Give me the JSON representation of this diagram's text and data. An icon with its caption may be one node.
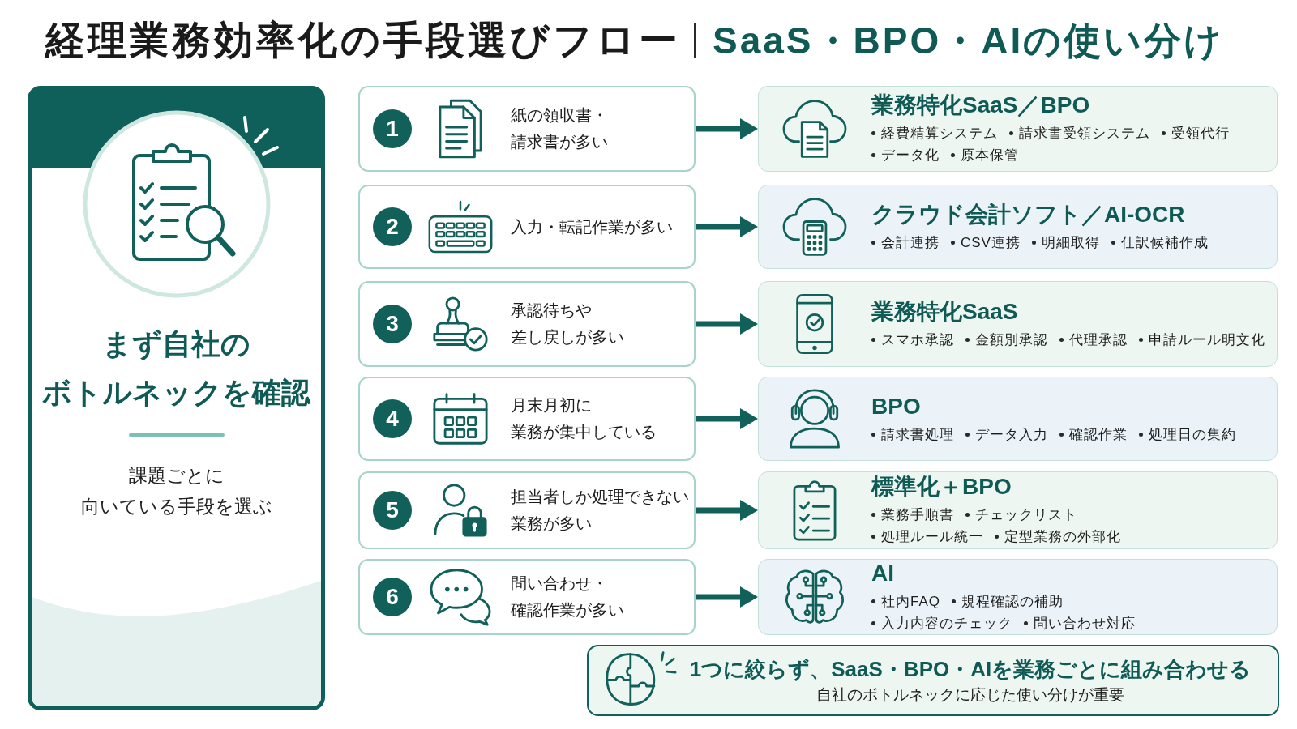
{
  "diagram": {
    "title": "経理業務効率化の手段選びフロー",
    "nodes": [
      {
        "text": [
          "まず自社のボトルネックを確認",
          "課題ごとに向いている手段を選ぶ"
        ]
      },
      {
        "text": [
          "1",
          "紙の領収書・請求書が多い"
        ]
      },
      {
        "text": [
          "業務特化SaaS／BPO",
          "経費精算システム",
          "請求書受領システム",
          "受領代行",
          "データ化",
          "原本保管"
        ]
      },
      {
        "text": [
          "2",
          "入力・転記作業が多い"
        ]
      },
      {
        "text": [
          "クラウド会計ソフト／AI-OCR",
          "会計連携",
          "CSV連携",
          "明細取得",
          "仕訳候補作成"
        ]
      },
      {
        "text": [
          "3",
          "承認待ちや差し戻しが多い"
        ]
      },
      {
        "text": [
          "業務特化SaaS",
          "スマホ承認",
          "金額別承認",
          "代理承認",
          "申請ルール明文化"
        ]
      },
      {
        "text": [
          "4",
          "月末月初に業務が集中している"
        ]
      },
      {
        "text": [
          "BPO",
          "請求書処理",
          "データ入力",
          "確認作業",
          "処理日の集約"
        ]
      },
      {
        "text": [
          "5",
          "担当者しか処理できない業務が多い"
        ]
      },
      {
        "text": [
          "標準化＋BPO",
          "業務手順書",
          "チェックリスト",
          "処理ルール統一",
          "定型業務の外部化"
        ]
      },
      {
        "text": [
          "6",
          "問い合わせ・確認作業が多い"
        ]
      },
      {
        "text": [
          "AI",
          "社内FAQ",
          "規程確認の補助",
          "入力内容のチェック",
          "問い合わせ対応"
        ]
      },
      {
        "text": [
          "1つに絞らず、SaaS・BPO・AIを業務ごとに組み合わせる",
          "自社のボトルネックに応じた使い分けが重要"
        ]
      }
    ],
    "edges": [
      {
        "from": 1,
        "to": 2,
        "arrow": "to"
      },
      {
        "from": 3,
        "to": 4,
        "arrow": "to"
      },
      {
        "from": 5,
        "to": 6,
        "arrow": "to"
      },
      {
        "from": 7,
        "to": 8,
        "arrow": "to"
      },
      {
        "from": 9,
        "to": 10,
        "arrow": "to"
      },
      {
        "from": 11,
        "to": 12,
        "arrow": "to"
      }
    ],
    "labels": [
      "SaaS・BPO・AIの使い分け"
    ]
  }
}
